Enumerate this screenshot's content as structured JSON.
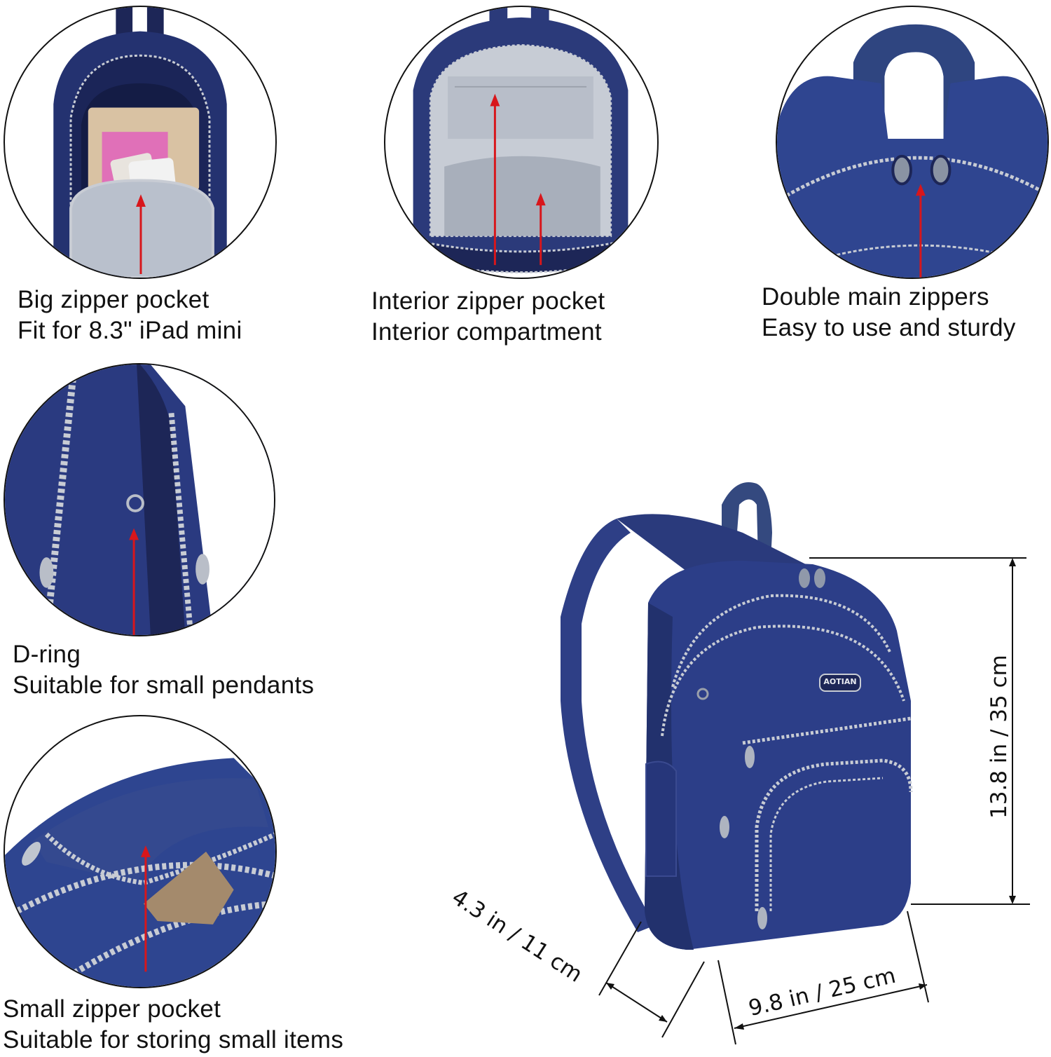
{
  "features": [
    {
      "id": "big-zipper-pocket",
      "title": "Big zipper pocket",
      "subtitle": "Fit for 8.3\" iPad mini"
    },
    {
      "id": "interior-pocket",
      "title": "Interior zipper pocket",
      "subtitle": "Interior compartment"
    },
    {
      "id": "double-zippers",
      "title": "Double main zippers",
      "subtitle": "Easy to use and sturdy"
    },
    {
      "id": "d-ring",
      "title": "D-ring",
      "subtitle": "Suitable for small pendants"
    },
    {
      "id": "small-zipper-pocket",
      "title": "Small zipper pocket",
      "subtitle": "Suitable for storing small items"
    }
  ],
  "product": {
    "brand_label": "AOTIAN",
    "dimensions": {
      "height": "13.8 in / 35 cm",
      "width": "9.8 in / 25 cm",
      "depth": "4.3 in / 11 cm"
    }
  },
  "colors": {
    "bag_navy": "#2b3a7a",
    "bag_dark": "#1d2657",
    "lining_gray": "#b9c0cc",
    "zipper_gray": "#c8ccd4",
    "arrow_red": "#d8161b",
    "text": "#111111"
  }
}
